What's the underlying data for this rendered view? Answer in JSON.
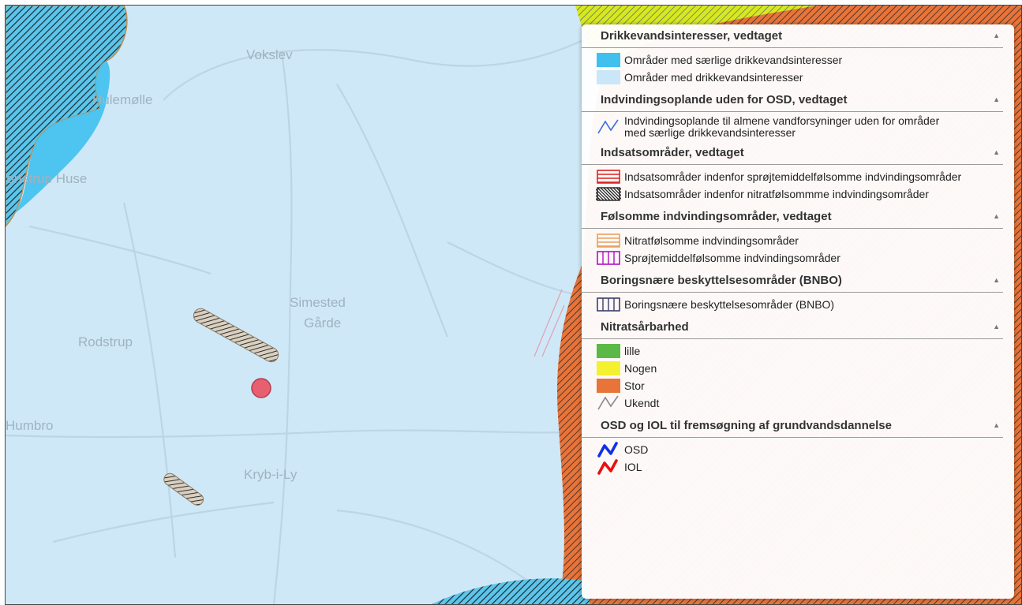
{
  "map": {
    "places": [
      "Vokslev",
      "Hulemølle",
      "Sortstrup Huse",
      "Simested",
      "Gårde",
      "Rodstrup",
      "Humbro",
      "Kryb-i-Ly"
    ]
  },
  "legend": {
    "sections": [
      {
        "title": "Drikkevandsinteresser, vedtaget",
        "items": [
          {
            "label": "Områder med særlige drikkevandsinteresser",
            "symbol": "fill",
            "color": "#3fc0ee"
          },
          {
            "label": "Områder med drikkevandsinteresser",
            "symbol": "fill",
            "color": "#c9e7f8"
          }
        ]
      },
      {
        "title": "Indvindingsoplande uden for OSD, vedtaget",
        "items": [
          {
            "label": "Indvindingsoplande til almene vandforsyninger uden for områder med særlige drikkevandsinteresser",
            "symbol": "line",
            "color": "#3a6fd8"
          }
        ]
      },
      {
        "title": "Indsatsområder, vedtaget",
        "items": [
          {
            "label": "Indsatsområder indenfor sprøjtemiddelfølsomme indvindingsområder",
            "symbol": "hstripe",
            "color": "#d22"
          },
          {
            "label": "Indsatsområder indenfor nitratfølsommme indvindingsområder",
            "symbol": "diag",
            "color": "#222"
          }
        ]
      },
      {
        "title": "Følsomme indvindingsområder, vedtaget",
        "items": [
          {
            "label": "Nitratfølsomme indvindingsområder",
            "symbol": "hstripe",
            "color": "#e8a060"
          },
          {
            "label": "Sprøjtemiddelfølsomme indvindingsområder",
            "symbol": "vstripe",
            "color": "#b010c8"
          }
        ]
      },
      {
        "title": "Boringsnære beskyttelsesområder (BNBO)",
        "items": [
          {
            "label": "Boringsnære beskyttelsesområder (BNBO)",
            "symbol": "vstripe",
            "color": "#3c3c6a"
          }
        ]
      },
      {
        "title": "Nitratsårbarhed",
        "items": [
          {
            "label": "lille",
            "symbol": "fill",
            "color": "#5ab947"
          },
          {
            "label": "Nogen",
            "symbol": "fill",
            "color": "#f4f12e"
          },
          {
            "label": "Stor",
            "symbol": "fill",
            "color": "#e8743a"
          },
          {
            "label": "Ukendt",
            "symbol": "line",
            "color": "#888888"
          }
        ]
      },
      {
        "title": "OSD og IOL til fremsøgning af grundvandsdannelse",
        "items": [
          {
            "label": "OSD",
            "symbol": "bold-line",
            "color": "#1030e8"
          },
          {
            "label": "IOL",
            "symbol": "bold-line",
            "color": "#e81010"
          }
        ]
      }
    ]
  }
}
